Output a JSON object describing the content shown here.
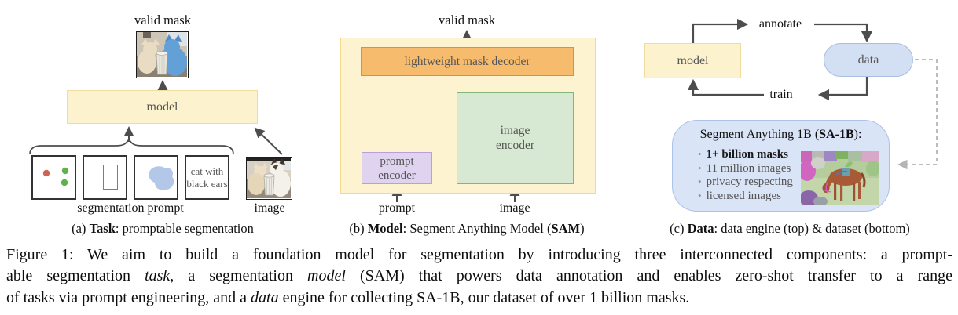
{
  "colors": {
    "yellow_fill": "#FCF2CE",
    "yellow_border": "#F1DC9F",
    "panel_b_fill": "#FDF3D0",
    "panel_b_border": "#F5D98F",
    "orange_fill": "#F6BB6C",
    "orange_border": "#DE8F3E",
    "green_fill": "#D7E9D2",
    "green_border": "#81B878",
    "purple_fill": "#DFD3EF",
    "purple_border": "#B9A1D8",
    "blue_pill_fill": "#D3DFF3",
    "blue_pill_border": "#A8BFE3",
    "sa1b_fill": "#DAE4F7",
    "sa1b_border": "#ABC2E9",
    "arrow": "#4d4d4d",
    "dashed_arrow": "#b5b5b5",
    "mask_blob_blue": "#B3C8E8",
    "point_red": "#CF6454",
    "point_green": "#5FB248"
  },
  "panel_a": {
    "valid_mask_label": "valid mask",
    "model_label": "model",
    "text_prompt_line1": "cat with",
    "text_prompt_line2": "black ears",
    "segmentation_prompt_label": "segmentation prompt",
    "image_label": "image",
    "subcaption": [
      {
        "t": "(a) "
      },
      {
        "t": "Task",
        "b": true
      },
      {
        "t": ": promptable segmentation"
      }
    ]
  },
  "panel_b": {
    "valid_mask_label": "valid mask",
    "decoder_label": "lightweight mask decoder",
    "prompt_encoder_line1": "prompt",
    "prompt_encoder_line2": "encoder",
    "image_encoder_line1": "image",
    "image_encoder_line2": "encoder",
    "prompt_label": "prompt",
    "image_label": "image",
    "subcaption": [
      {
        "t": "(b) "
      },
      {
        "t": "Model",
        "b": true
      },
      {
        "t": ": Segment Anything Model ("
      },
      {
        "t": "SAM",
        "b": true
      },
      {
        "t": ")"
      }
    ]
  },
  "panel_c": {
    "model_label": "model",
    "data_label": "data",
    "annotate_label": "annotate",
    "train_label": "train",
    "dataset": {
      "title": [
        {
          "t": "Segment Anything 1B ("
        },
        {
          "t": "SA-1B",
          "b": true
        },
        {
          "t": "):"
        }
      ],
      "bullet_char": "•",
      "bullets": [
        [
          {
            "t": "1+ billion masks",
            "b": true
          }
        ],
        [
          {
            "t": "11 million images"
          }
        ],
        [
          {
            "t": "privacy respecting"
          }
        ],
        [
          {
            "t": "licensed images"
          }
        ]
      ]
    },
    "subcaption": [
      {
        "t": "(c) "
      },
      {
        "t": "Data",
        "b": true
      },
      {
        "t": ": data engine (top) & dataset (bottom)"
      }
    ]
  },
  "caption": {
    "lines": [
      [
        {
          "t": "Figure 1: We aim to build a foundation model for segmentation by introducing three interconnected components: a prompt-"
        }
      ],
      [
        {
          "t": "able segmentation "
        },
        {
          "t": "task",
          "i": true
        },
        {
          "t": ", a segmentation "
        },
        {
          "t": "model",
          "i": true
        },
        {
          "t": " (SAM) that powers data annotation and enables zero-shot transfer to a range"
        }
      ],
      [
        {
          "t": "of tasks via prompt engineering, and a "
        },
        {
          "t": "data",
          "i": true
        },
        {
          "t": " engine for collecting SA-1B, our dataset of over 1 billion masks."
        }
      ]
    ]
  }
}
